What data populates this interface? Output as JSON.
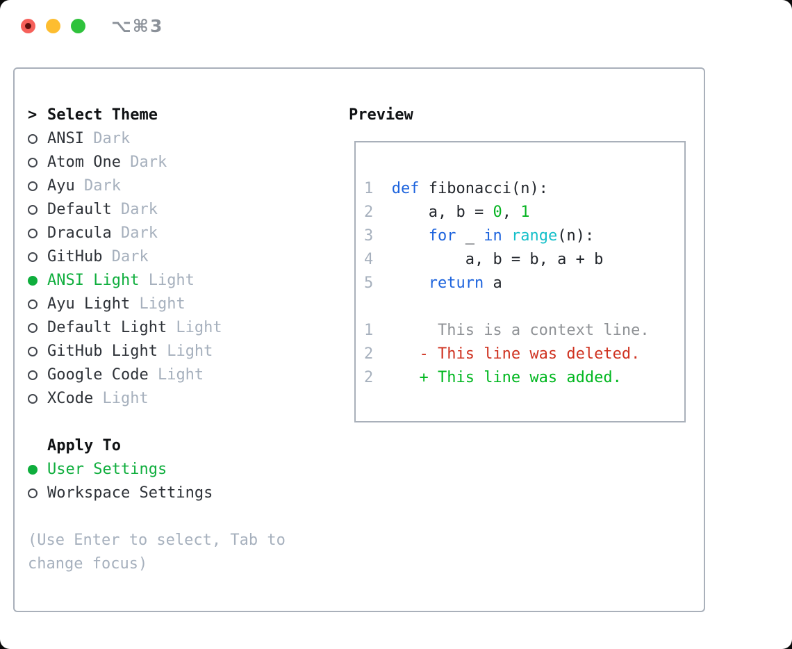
{
  "window": {
    "shortcut": "⌥⌘3",
    "traffic_lights": [
      {
        "name": "close",
        "color": "#f6605a"
      },
      {
        "name": "minimize",
        "color": "#fdbd30"
      },
      {
        "name": "zoom",
        "color": "#2fc23c"
      }
    ]
  },
  "colors": {
    "accent_green": "#0fae3d",
    "keyword_blue": "#1c63dd",
    "builtin_cyan": "#13bfc9",
    "literal_green": "#05b321",
    "deleted_red": "#cf3220",
    "added_green": "#00b71f",
    "context_gray": "#8f9296",
    "muted_gray": "#a6b0bd",
    "border_gray": "#a9b0ba"
  },
  "theme_section": {
    "cursor": ">",
    "title": "Select Theme",
    "items": [
      {
        "label": "ANSI",
        "variant": "Dark",
        "selected": false
      },
      {
        "label": "Atom One",
        "variant": "Dark",
        "selected": false
      },
      {
        "label": "Ayu",
        "variant": "Dark",
        "selected": false
      },
      {
        "label": "Default",
        "variant": "Dark",
        "selected": false
      },
      {
        "label": "Dracula",
        "variant": "Dark",
        "selected": false
      },
      {
        "label": "GitHub",
        "variant": "Dark",
        "selected": false
      },
      {
        "label": "ANSI Light",
        "variant": "Light",
        "selected": true
      },
      {
        "label": "Ayu Light",
        "variant": "Light",
        "selected": false
      },
      {
        "label": "Default Light",
        "variant": "Light",
        "selected": false
      },
      {
        "label": "GitHub Light",
        "variant": "Light",
        "selected": false
      },
      {
        "label": "Google Code",
        "variant": "Light",
        "selected": false
      },
      {
        "label": "XCode",
        "variant": "Light",
        "selected": false
      }
    ]
  },
  "apply_section": {
    "title": "Apply To",
    "items": [
      {
        "label": "User Settings",
        "selected": true
      },
      {
        "label": "Workspace Settings",
        "selected": false
      }
    ]
  },
  "help_text": "(Use Enter to select, Tab to change focus)",
  "preview": {
    "title": "Preview",
    "lines": [
      {
        "segments": [
          {
            "t": "1  ",
            "s": "lineno"
          },
          {
            "t": "def",
            "s": "kw"
          },
          {
            "t": " fibonacci(n):",
            "s": "code"
          }
        ]
      },
      {
        "segments": [
          {
            "t": "2  ",
            "s": "lineno"
          },
          {
            "t": "    a, b = ",
            "s": "code"
          },
          {
            "t": "0",
            "s": "lit"
          },
          {
            "t": ", ",
            "s": "code"
          },
          {
            "t": "1",
            "s": "lit"
          }
        ]
      },
      {
        "segments": [
          {
            "t": "3  ",
            "s": "lineno"
          },
          {
            "t": "    ",
            "s": "code"
          },
          {
            "t": "for",
            "s": "kw"
          },
          {
            "t": " _ ",
            "s": "code"
          },
          {
            "t": "in",
            "s": "kw"
          },
          {
            "t": " ",
            "s": "code"
          },
          {
            "t": "range",
            "s": "fn"
          },
          {
            "t": "(n):",
            "s": "code"
          }
        ]
      },
      {
        "segments": [
          {
            "t": "4  ",
            "s": "lineno"
          },
          {
            "t": "        a, b = b, a + b",
            "s": "code"
          }
        ]
      },
      {
        "segments": [
          {
            "t": "5  ",
            "s": "lineno"
          },
          {
            "t": "    ",
            "s": "code"
          },
          {
            "t": "return",
            "s": "kw"
          },
          {
            "t": " a",
            "s": "code"
          }
        ]
      },
      {
        "segments": []
      },
      {
        "segments": [
          {
            "t": "1",
            "s": "lineno"
          },
          {
            "t": "       This is a context line.",
            "s": "ctx"
          }
        ]
      },
      {
        "segments": [
          {
            "t": "2",
            "s": "lineno"
          },
          {
            "t": "     - This line was deleted.",
            "s": "del"
          }
        ]
      },
      {
        "segments": [
          {
            "t": "2",
            "s": "lineno"
          },
          {
            "t": "     + This line was added.",
            "s": "add"
          }
        ]
      }
    ]
  }
}
